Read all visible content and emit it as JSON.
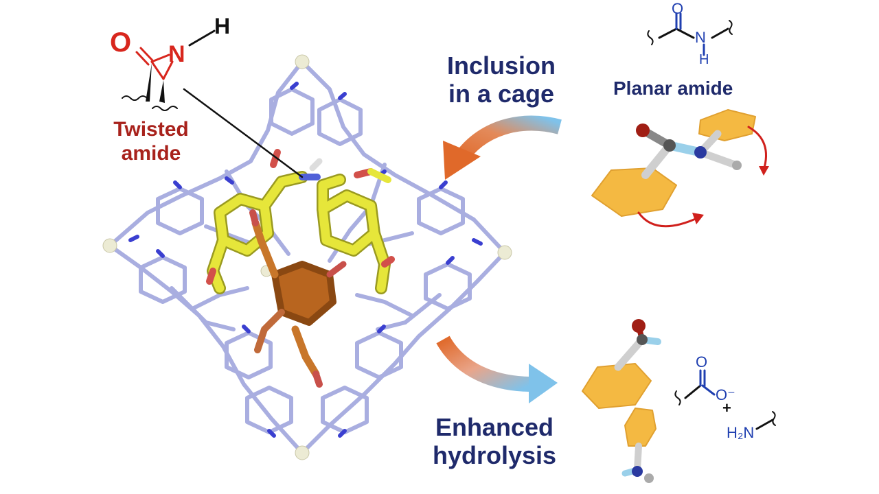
{
  "labels": {
    "twisted_amide": [
      "Twisted",
      "amide"
    ],
    "inclusion": [
      "Inclusion",
      "in a cage"
    ],
    "planar_amide": "Planar amide",
    "enhanced": [
      "Enhanced",
      "hydrolysis"
    ]
  },
  "chem_atoms": {
    "twisted_O": "O",
    "twisted_N": "N",
    "twisted_H": "H",
    "planar_O": "O",
    "planar_N": "N",
    "planar_H": "H",
    "carboxylate_O_top": "O",
    "carboxylate_O_minus": "O⁻",
    "plus": "+",
    "amine": "H₂N"
  },
  "colors": {
    "navy": "#1f2a6b",
    "red_label": "#a8221c",
    "chem_red": "#d8261d",
    "chem_blue": "#1f3fb0",
    "cage": "#a9aee0",
    "yellow": "#e6e63a",
    "orange_guest": "#c8762a",
    "ring_fill": "#f4b942",
    "arrow_orange": "#e0692a",
    "arrow_blue": "#7fc2ea",
    "rotation_red": "#d0201c"
  },
  "icons": {
    "inclusion_arrow": "curved-arrow",
    "hydrolysis_arrow": "curved-arrow",
    "rotation_arrows": "rotation-arrow"
  }
}
